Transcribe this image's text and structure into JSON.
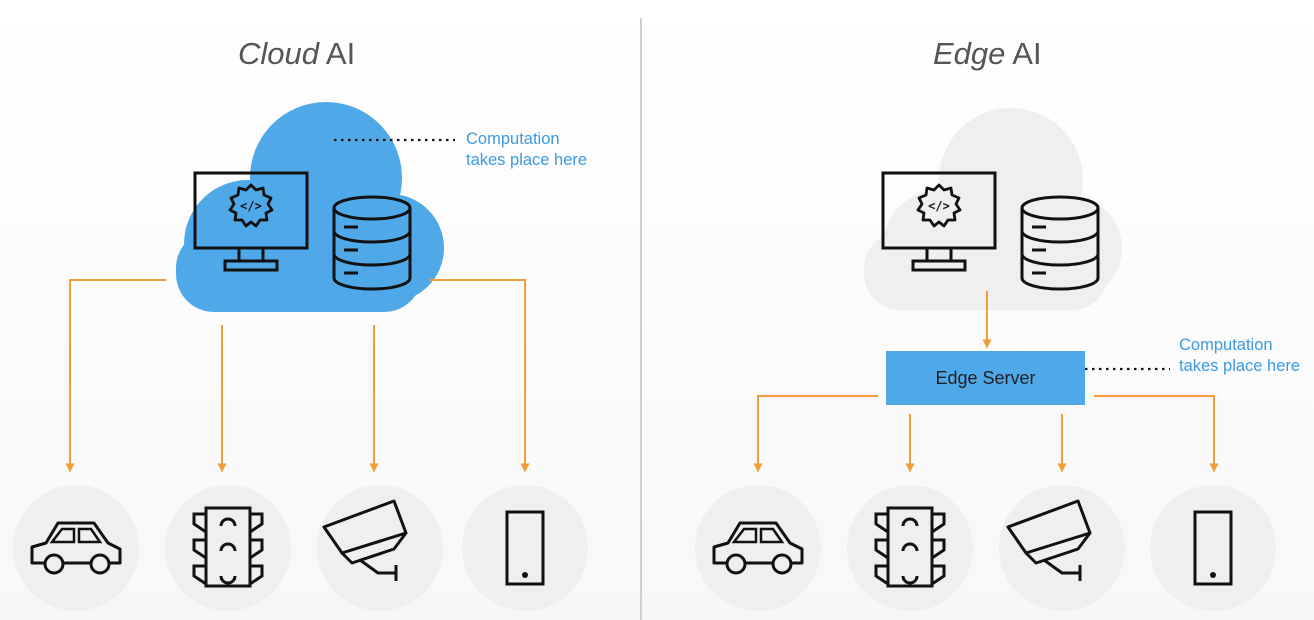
{
  "cloud": {
    "title_italic": "Cloud",
    "title_rest": " AI",
    "annotation_line1": "Computation",
    "annotation_line2": "takes place here"
  },
  "edge": {
    "title_italic": "Edge",
    "title_rest": " AI",
    "server_label": "Edge Server",
    "annotation_line1": "Computation",
    "annotation_line2": "takes place here"
  },
  "devices": [
    {
      "icon": "car-icon"
    },
    {
      "icon": "traffic-light-icon"
    },
    {
      "icon": "security-camera-icon"
    },
    {
      "icon": "smartphone-icon"
    }
  ],
  "colors": {
    "cloud_blue": "#4fa8e8",
    "cloud_grey": "#efefef",
    "arrow_orange": "#f29c3a",
    "annotation_blue": "#3b9ae1",
    "device_circle": "#efefef"
  }
}
